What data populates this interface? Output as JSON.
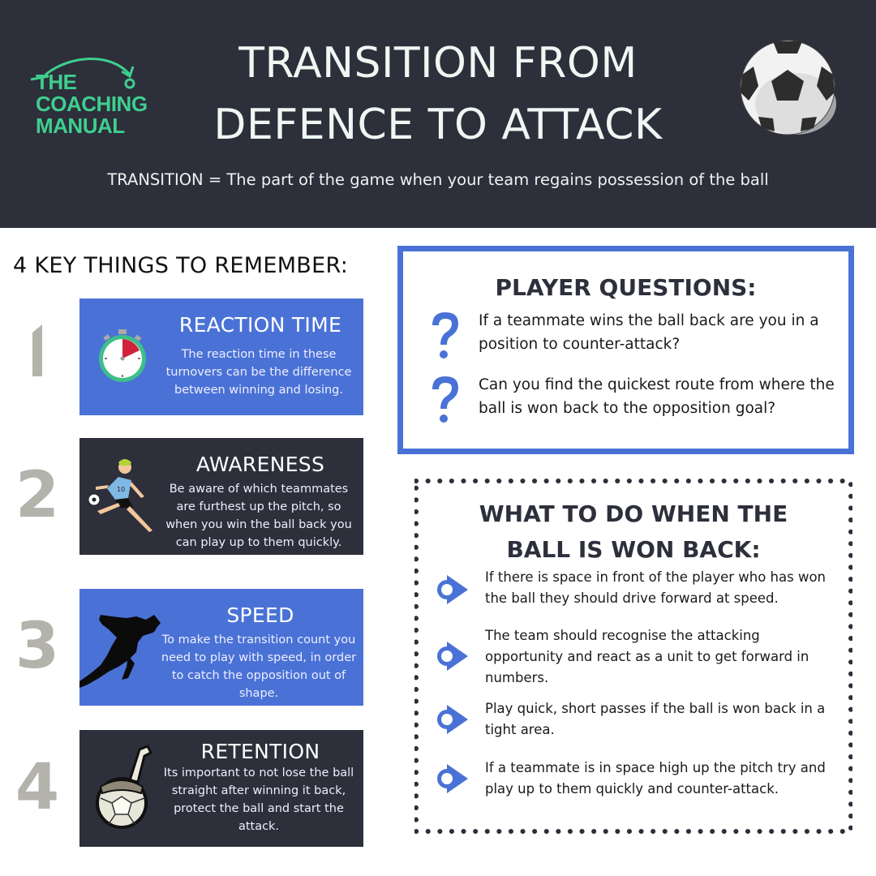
{
  "header": {
    "logo": {
      "line1": "THE",
      "line2": "COACHING",
      "line3": "MANUAL"
    },
    "title_line1": "TRANSITION FROM",
    "title_line2": "DEFENCE TO ATTACK",
    "subtitle": "TRANSITION = The part of the game when your team regains possession of the ball",
    "ball_icon": "soccer-ball-icon"
  },
  "key_things": {
    "heading": "4 KEY THINGS TO REMEMBER:",
    "items": [
      {
        "number": "1",
        "title": "REACTION TIME",
        "body": "The reaction time in these turnovers can be the difference between winning and losing.",
        "icon": "stopwatch-icon",
        "style": "blue"
      },
      {
        "number": "2",
        "title": "AWARENESS",
        "body": "Be aware of which teammates are furthest up the pitch, so when you win the ball back you can play up to them quickly.",
        "icon": "footballer-kicking-icon",
        "style": "dark"
      },
      {
        "number": "3",
        "title": "SPEED",
        "body": "To make the transition count you need to play with speed, in order to catch the opposition out of shape.",
        "icon": "sprinter-silhouette-icon",
        "style": "blue"
      },
      {
        "number": "4",
        "title": "RETENTION",
        "body": "Its important to not lose the ball straight after winning it back, protect the ball and start the attack.",
        "icon": "foot-on-ball-icon",
        "style": "dark"
      }
    ]
  },
  "player_questions": {
    "title": "PLAYER QUESTIONS:",
    "items": [
      {
        "text": "If a teammate wins the ball back are you in a position to counter-attack?",
        "icon": "question-mark-icon"
      },
      {
        "text": "Can you find the quickest route from where the ball is won back to the opposition goal?",
        "icon": "question-mark-icon"
      }
    ]
  },
  "what_to_do": {
    "title_line1": "WHAT TO DO WHEN THE",
    "title_line2": "BALL IS WON BACK:",
    "items": [
      {
        "text": "If there is space in front of the player who has won the ball they should drive forward at speed.",
        "icon": "arrow-circle-icon"
      },
      {
        "text": "The team should recognise the attacking opportunity and react as a unit to get forward in numbers.",
        "icon": "arrow-circle-icon"
      },
      {
        "text": "Play quick, short passes if the ball is won back in a tight area.",
        "icon": "arrow-circle-icon"
      },
      {
        "text": "If a teammate is in space high up the pitch try and play up to them quickly and counter-attack.",
        "icon": "arrow-circle-icon"
      }
    ]
  },
  "colors": {
    "header_bg": "#2d2f3b",
    "accent_blue": "#4a72d6",
    "logo_green": "#3ecf8e",
    "number_grey": "#b3b3ab",
    "title_text": "#eef7f2"
  }
}
